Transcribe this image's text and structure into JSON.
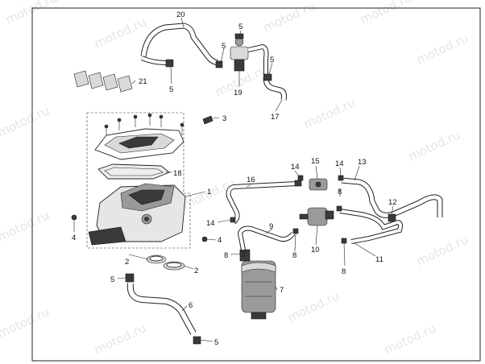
{
  "watermark": "motod.ru",
  "callouts": [
    {
      "id": "c20",
      "text": "20"
    },
    {
      "id": "c5a",
      "text": "5"
    },
    {
      "id": "c5b",
      "text": "5"
    },
    {
      "id": "c5c",
      "text": "5"
    },
    {
      "id": "c5d",
      "text": "5"
    },
    {
      "id": "c19",
      "text": "19"
    },
    {
      "id": "c17",
      "text": "17"
    },
    {
      "id": "c21",
      "text": "21"
    },
    {
      "id": "c3",
      "text": "3"
    },
    {
      "id": "c18",
      "text": "18"
    },
    {
      "id": "c1",
      "text": "1"
    },
    {
      "id": "c16",
      "text": "16"
    },
    {
      "id": "c14a",
      "text": "14"
    },
    {
      "id": "c15",
      "text": "15"
    },
    {
      "id": "c14b",
      "text": "14"
    },
    {
      "id": "c13",
      "text": "13"
    },
    {
      "id": "c8a",
      "text": "8"
    },
    {
      "id": "c12",
      "text": "12"
    },
    {
      "id": "c14c",
      "text": "14"
    },
    {
      "id": "c9",
      "text": "9"
    },
    {
      "id": "c4a",
      "text": "4"
    },
    {
      "id": "c4b",
      "text": "4"
    },
    {
      "id": "c8b",
      "text": "8"
    },
    {
      "id": "c8c",
      "text": "8"
    },
    {
      "id": "c10",
      "text": "10"
    },
    {
      "id": "c11",
      "text": "11"
    },
    {
      "id": "c8d",
      "text": "8"
    },
    {
      "id": "c2a",
      "text": "2"
    },
    {
      "id": "c2b",
      "text": "2"
    },
    {
      "id": "c5e",
      "text": "5"
    },
    {
      "id": "c6",
      "text": "6"
    },
    {
      "id": "c7",
      "text": "7"
    },
    {
      "id": "c5f",
      "text": "5"
    }
  ]
}
